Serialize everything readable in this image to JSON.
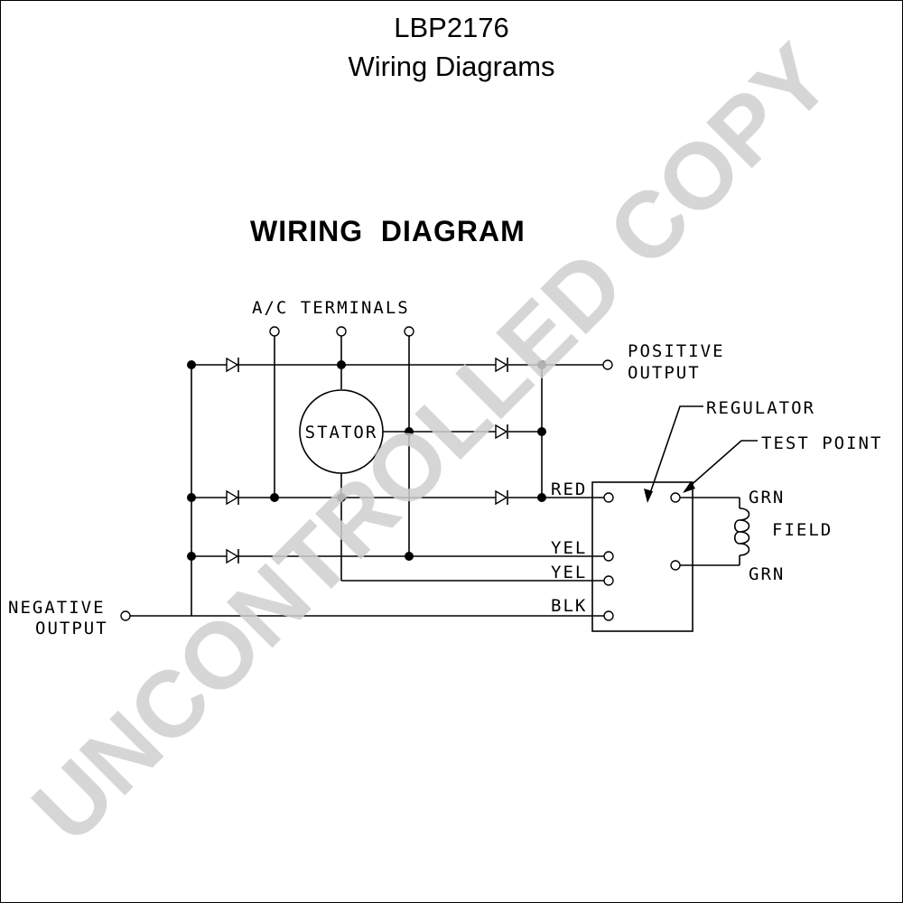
{
  "document": {
    "title": "LBP2176",
    "subtitle": "Wiring Diagrams"
  },
  "diagram": {
    "heading": "WIRING  DIAGRAM",
    "labels": {
      "ac_terminals": "A/C TERMINALS",
      "positive_output_line1": "POSITIVE",
      "positive_output_line2": "OUTPUT",
      "negative_output_line1": "NEGATIVE",
      "negative_output_line2": "OUTPUT",
      "stator": "STATOR",
      "regulator": "REGULATOR",
      "test_point": "TEST POINT",
      "field": "FIELD",
      "wire_red": "RED",
      "wire_yel_1": "YEL",
      "wire_yel_2": "YEL",
      "wire_blk": "BLK",
      "wire_grn_1": "GRN",
      "wire_grn_2": "GRN"
    }
  },
  "watermark": {
    "text": "UNCONTROLLED COPY",
    "color": "#d0d0d0"
  }
}
